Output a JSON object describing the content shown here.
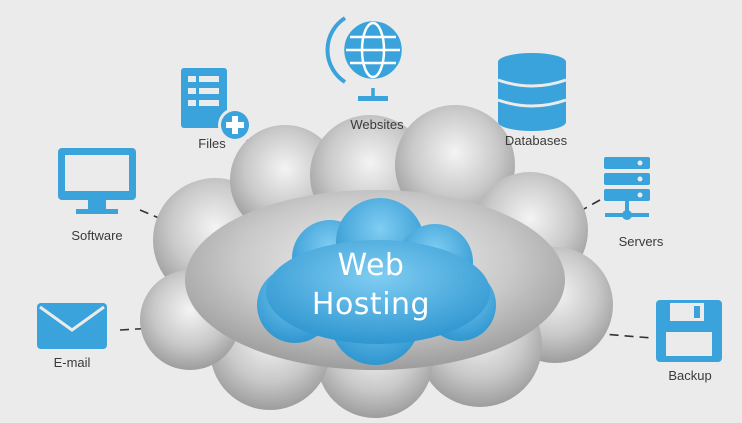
{
  "center": {
    "line1": "Web",
    "line2": "Hosting"
  },
  "nodes": [
    {
      "id": "websites",
      "label": "Websites",
      "icon": "globe-icon"
    },
    {
      "id": "files",
      "label": "Files",
      "icon": "file-add-icon"
    },
    {
      "id": "databases",
      "label": "Databases",
      "icon": "database-icon"
    },
    {
      "id": "software",
      "label": "Software",
      "icon": "monitor-icon"
    },
    {
      "id": "servers",
      "label": "Servers",
      "icon": "server-icon"
    },
    {
      "id": "email",
      "label": "E-mail",
      "icon": "envelope-icon"
    },
    {
      "id": "backup",
      "label": "Backup",
      "icon": "floppy-disk-icon"
    }
  ],
  "colors": {
    "background": "#ebebeb",
    "icon": "#3aa3dc",
    "center_cloud": "#4aaedf",
    "gray_cloud": "#b5b5b5",
    "connector": "#333333"
  }
}
